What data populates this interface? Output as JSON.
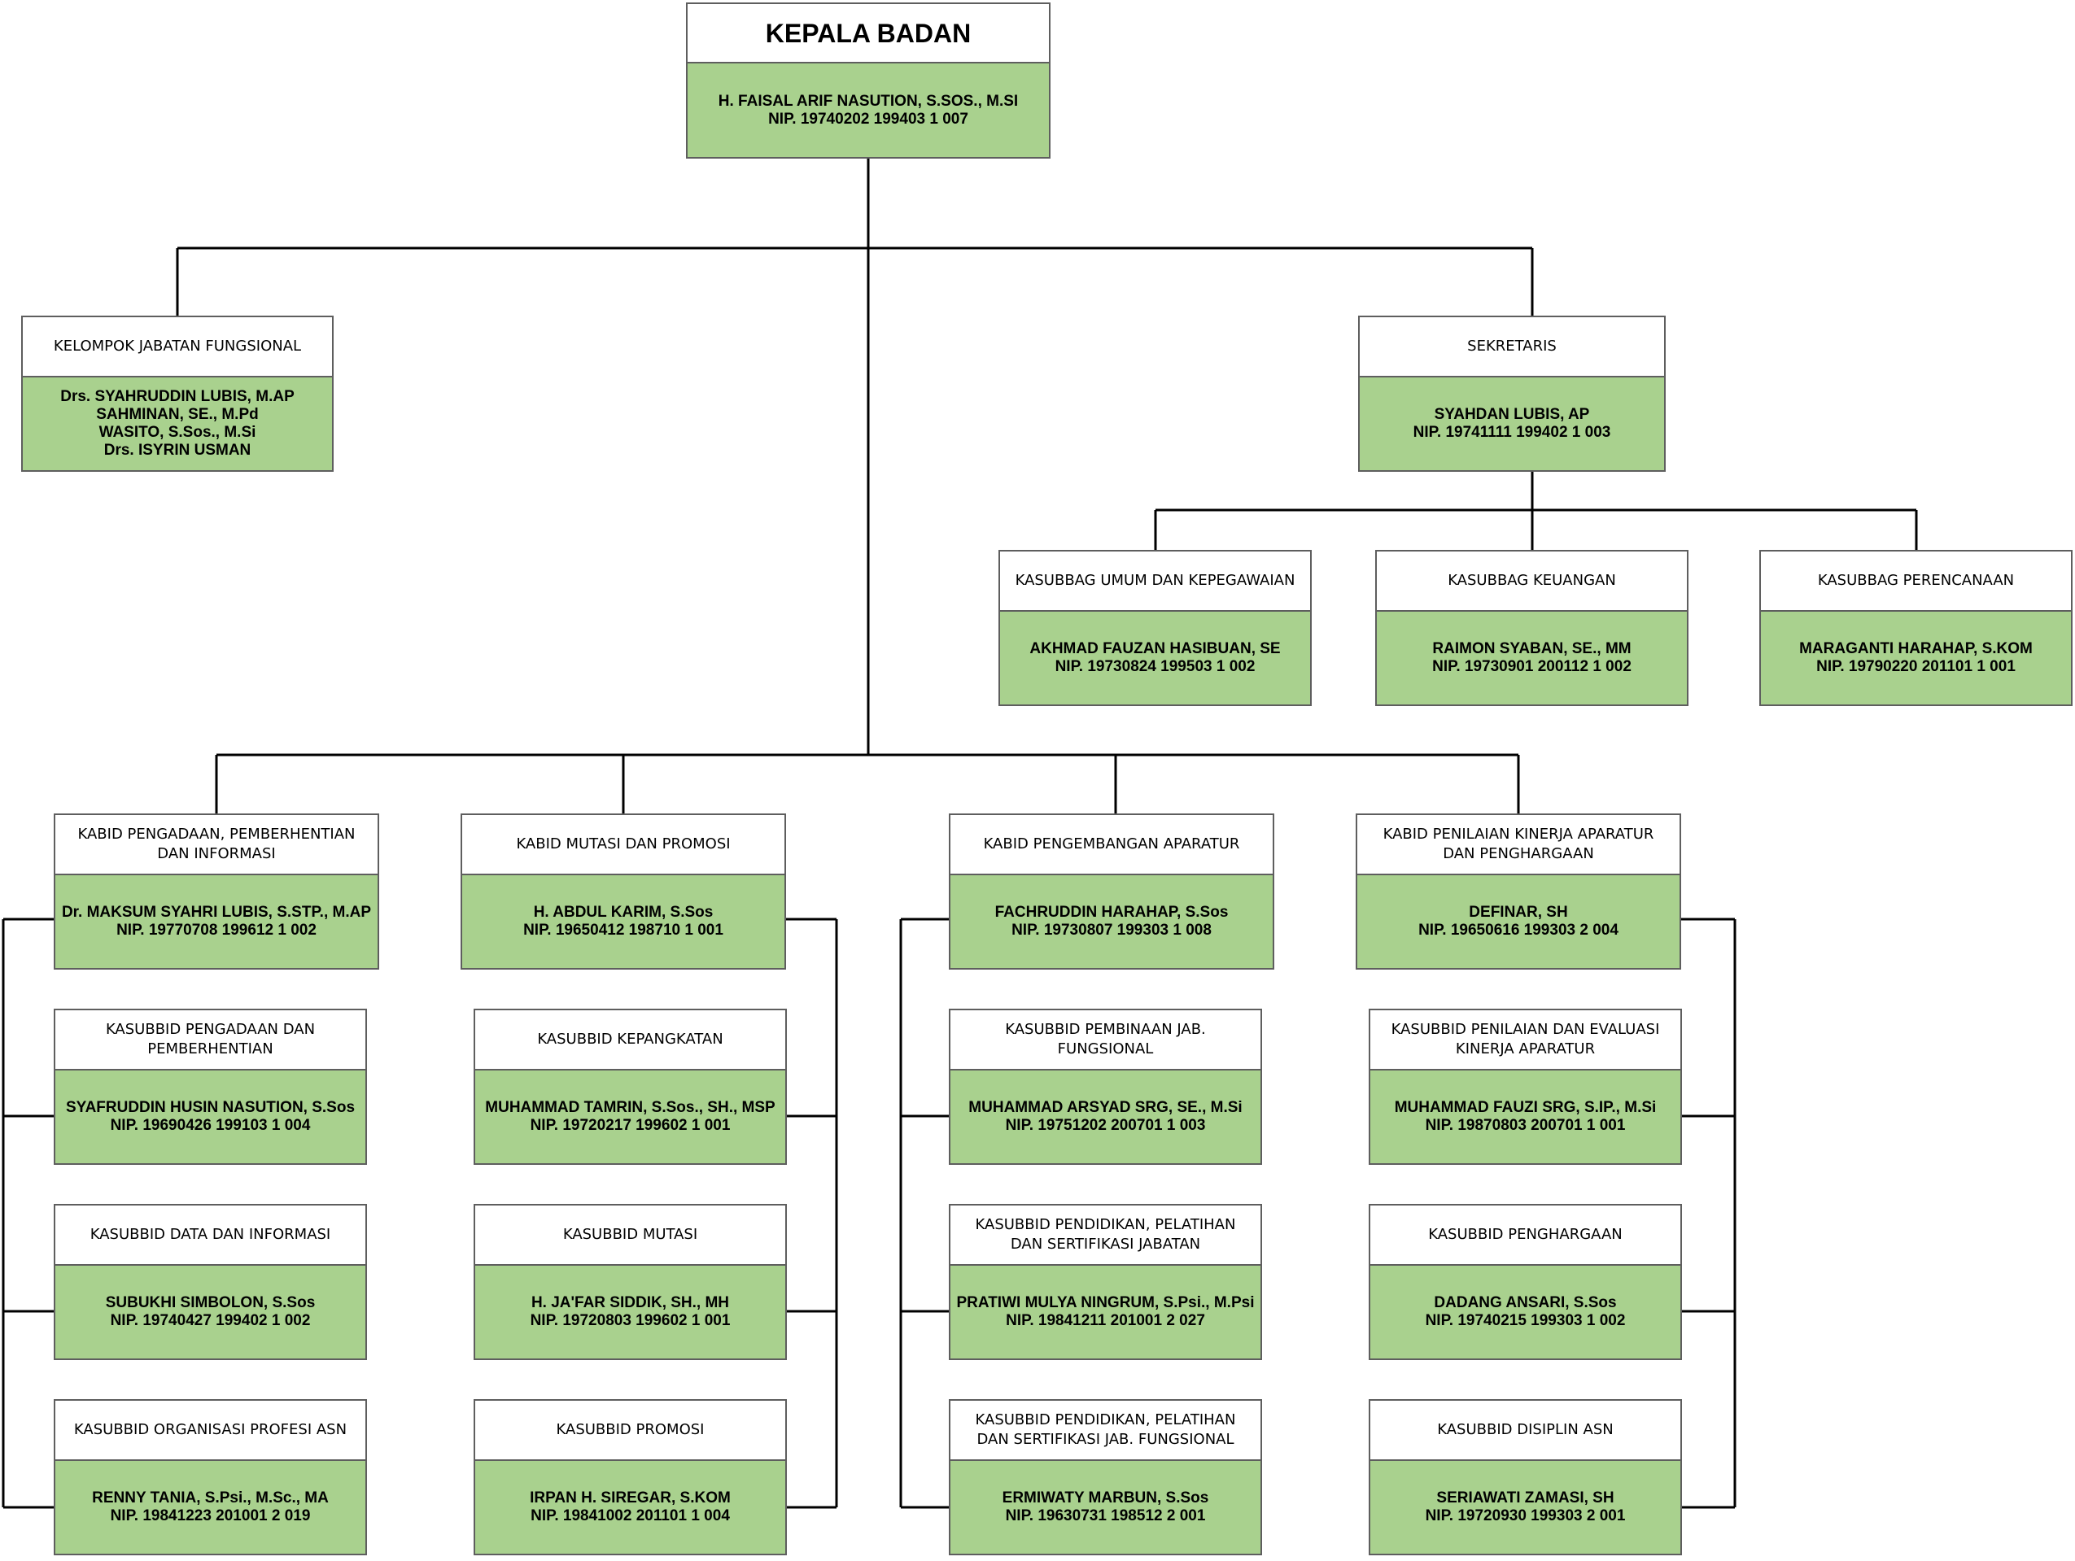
{
  "colors": {
    "fill": "#a9d18e",
    "border": "#5e5e5e",
    "line": "#000000"
  },
  "head": {
    "title": "KEPALA BADAN",
    "lines": [
      "H. FAISAL ARIF NASUTION, S.SOS., M.SI",
      "NIP. 19740202 199403 1 007"
    ]
  },
  "fungsional": {
    "title": "KELOMPOK JABATAN FUNGSIONAL",
    "lines": [
      "Drs. SYAHRUDDIN LUBIS, M.AP",
      "SAHMINAN, SE., M.Pd",
      "WASITO, S.Sos., M.Si",
      "Drs. ISYRIN USMAN"
    ]
  },
  "sekretaris": {
    "title": "SEKRETARIS",
    "lines": [
      "SYAHDAN LUBIS, AP",
      "NIP. 19741111 199402 1 003"
    ]
  },
  "kasubbag": [
    {
      "title": "KASUBBAG UMUM DAN KEPEGAWAIAN",
      "lines": [
        "AKHMAD FAUZAN HASIBUAN, SE",
        "NIP. 19730824 199503 1 002"
      ]
    },
    {
      "title": "KASUBBAG KEUANGAN",
      "lines": [
        "RAIMON SYABAN, SE., MM",
        "NIP. 19730901 200112 1 002"
      ]
    },
    {
      "title": "KASUBBAG PERENCANAAN",
      "lines": [
        "MARAGANTI HARAHAP, S.KOM",
        "NIP. 19790220 201101 1 001"
      ]
    }
  ],
  "bidang": [
    {
      "title": "KABID PENGADAAN, PEMBERHENTIAN DAN INFORMASI",
      "lines": [
        "Dr. MAKSUM SYAHRI LUBIS, S.STP., M.AP",
        "NIP. 19770708 199612 1 002"
      ],
      "sub": [
        {
          "title": "KASUBBID PENGADAAN DAN PEMBERHENTIAN",
          "lines": [
            "SYAFRUDDIN HUSIN NASUTION, S.Sos",
            "NIP. 19690426 199103 1 004"
          ]
        },
        {
          "title": "KASUBBID DATA DAN INFORMASI",
          "lines": [
            "SUBUKHI SIMBOLON, S.Sos",
            "NIP. 19740427 199402 1 002"
          ]
        },
        {
          "title": "KASUBBID ORGANISASI PROFESI ASN",
          "lines": [
            "RENNY TANIA, S.Psi., M.Sc., MA",
            "NIP. 19841223 201001 2 019"
          ]
        }
      ]
    },
    {
      "title": "KABID MUTASI DAN PROMOSI",
      "lines": [
        "H. ABDUL KARIM, S.Sos",
        "NIP. 19650412 198710 1 001"
      ],
      "sub": [
        {
          "title": "KASUBBID KEPANGKATAN",
          "lines": [
            "MUHAMMAD TAMRIN, S.Sos., SH., MSP",
            "NIP. 19720217 199602 1 001"
          ]
        },
        {
          "title": "KASUBBID MUTASI",
          "lines": [
            "H. JA'FAR SIDDIK, SH., MH",
            "NIP. 19720803 199602 1 001"
          ]
        },
        {
          "title": "KASUBBID PROMOSI",
          "lines": [
            "IRPAN H. SIREGAR, S.KOM",
            "NIP. 19841002 201101 1 004"
          ]
        }
      ]
    },
    {
      "title": "KABID PENGEMBANGAN APARATUR",
      "lines": [
        "FACHRUDDIN HARAHAP, S.Sos",
        "NIP. 19730807 199303 1 008"
      ],
      "sub": [
        {
          "title": "KASUBBID PEMBINAAN JAB. FUNGSIONAL",
          "lines": [
            "MUHAMMAD ARSYAD SRG, SE., M.Si",
            "NIP. 19751202 200701 1 003"
          ]
        },
        {
          "title": "KASUBBID PENDIDIKAN, PELATIHAN DAN SERTIFIKASI JABATAN",
          "lines": [
            "PRATIWI MULYA NINGRUM, S.Psi., M.Psi",
            "NIP. 19841211 201001 2 027"
          ]
        },
        {
          "title": "KASUBBID PENDIDIKAN, PELATIHAN DAN SERTIFIKASI JAB. FUNGSIONAL",
          "lines": [
            "ERMIWATY MARBUN, S.Sos",
            "NIP. 19630731 198512 2 001"
          ]
        }
      ]
    },
    {
      "title": "KABID PENILAIAN KINERJA APARATUR DAN PENGHARGAAN",
      "lines": [
        "DEFINAR, SH",
        "NIP. 19650616 199303 2 004"
      ],
      "sub": [
        {
          "title": "KASUBBID PENILAIAN DAN EVALUASI KINERJA APARATUR",
          "lines": [
            "MUHAMMAD FAUZI SRG, S.IP., M.Si",
            "NIP. 19870803 200701 1 001"
          ]
        },
        {
          "title": "KASUBBID PENGHARGAAN",
          "lines": [
            "DADANG ANSARI, S.Sos",
            "NIP. 19740215 199303 1 002"
          ]
        },
        {
          "title": "KASUBBID DISIPLIN ASN",
          "lines": [
            "SERIAWATI ZAMASI, SH",
            "NIP. 19720930 199303 2 001"
          ]
        }
      ]
    }
  ]
}
